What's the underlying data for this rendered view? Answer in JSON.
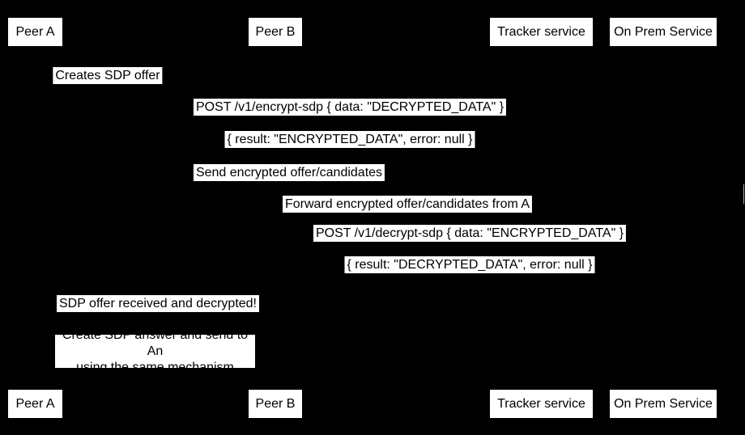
{
  "diagram": {
    "type": "sequence-diagram",
    "background_color": "#000000",
    "box_fill_color": "#ffffff",
    "text_color": "#000000"
  },
  "actors": {
    "peer_a": "Peer A",
    "peer_b": "Peer B",
    "tracker": "Tracker service",
    "on_prem": "On Prem Service"
  },
  "messages": [
    {
      "label": "Creates SDP offer"
    },
    {
      "label": "POST /v1/encrypt-sdp { data: \"DECRYPTED_DATA\" }"
    },
    {
      "label": "{ result: \"ENCRYPTED_DATA\", error: null }"
    },
    {
      "label": "Send encrypted offer/candidates"
    },
    {
      "label": "Forward encrypted offer/candidates from A"
    },
    {
      "label": "POST /v1/decrypt-sdp { data: \"ENCRYPTED_DATA\" }"
    },
    {
      "label": "{ result: \"DECRYPTED_DATA\", error: null }"
    },
    {
      "label": "SDP offer received and decrypted!"
    }
  ],
  "note": {
    "line1": "Create SDP answer and send to An",
    "line2": "using the same mechanism"
  }
}
